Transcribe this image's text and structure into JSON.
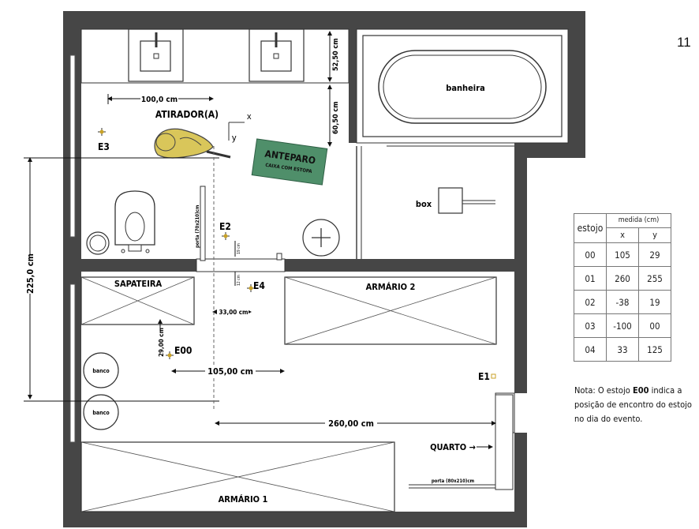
{
  "page_number": "11",
  "rooms": {
    "bathtub": "banheira",
    "shower": "box",
    "shoe_rack": "SAPATEIRA",
    "wardrobe_1": "ARMÁRIO 1",
    "wardrobe_2": "ARMÁRIO 2",
    "bedroom_arrow": "QUARTO →"
  },
  "labels": {
    "shooter": "ATIRADOR(A)",
    "screen_title": "ANTEPARO",
    "screen_subtitle": "CAIXA COM ESTOPA",
    "bench_1": "banco",
    "bench_2": "banco",
    "door_small": "porta (70x210)cm",
    "door_bedroom": "porta (80x210)cm",
    "axis_x": "x",
    "axis_y": "y"
  },
  "markers": {
    "E00": "E00",
    "E1": "E1",
    "E2": "E2",
    "E3": "E3",
    "E4": "E4"
  },
  "dimensions": {
    "d100": "100,0 cm",
    "d52": "52,50 cm",
    "d60": "60,50 cm",
    "d225": "225,0 cm",
    "d33": "33,00 cm",
    "d29": "29,00 cm",
    "d105": "105,00 cm",
    "d260": "260,00 cm",
    "d19": "19 cm",
    "d12": "12 cm"
  },
  "legend": {
    "header_estojo": "estojo",
    "header_medida": "medida (cm)",
    "header_x": "x",
    "header_y": "y",
    "rows": [
      {
        "estojo": "00",
        "x": "105",
        "y": "29"
      },
      {
        "estojo": "01",
        "x": "260",
        "y": "255"
      },
      {
        "estojo": "02",
        "x": "-38",
        "y": "19"
      },
      {
        "estojo": "03",
        "x": "-100",
        "y": "00"
      },
      {
        "estojo": "04",
        "x": "33",
        "y": "125"
      }
    ]
  },
  "note": {
    "prefix": "Nota: O estojo ",
    "highlight": "E00",
    "suffix": " indica a posição de encontro do estojo no dia do evento."
  },
  "colors": {
    "wall": "#464646",
    "shooter_fill": "#d9c65a",
    "screen_fill": "#4f8f6a",
    "marker": "#c9a227"
  }
}
